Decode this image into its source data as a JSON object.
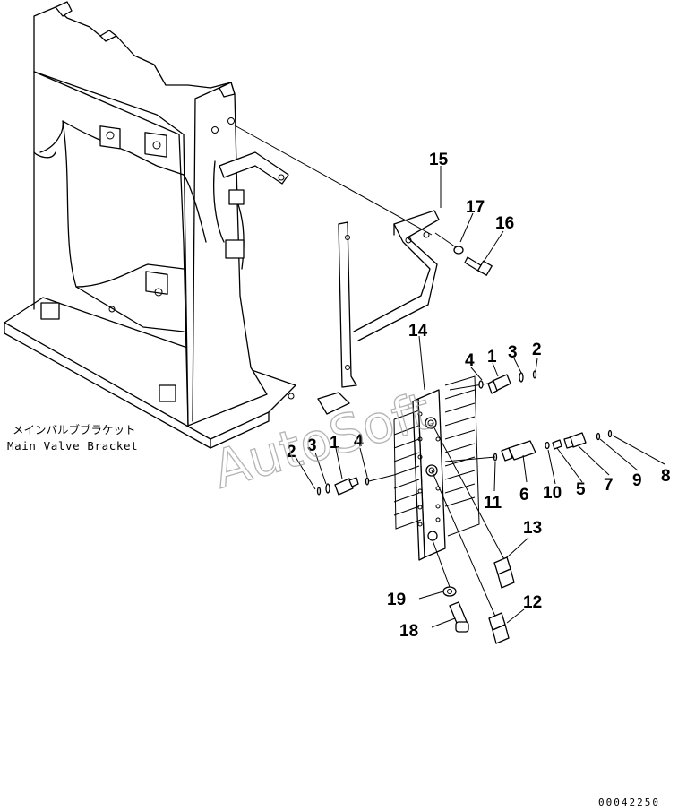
{
  "diagram": {
    "caption_jp": "メインバルブブラケット",
    "caption_en": "Main Valve Bracket",
    "doc_code": "00042250",
    "watermark": "AutoSoft",
    "labels": {
      "l15": "15",
      "l17": "17",
      "l16": "16",
      "l14": "14",
      "l4a": "4",
      "l1a": "1",
      "l3a": "3",
      "l2a": "2",
      "l2b": "2",
      "l3b": "3",
      "l1b": "1",
      "l4b": "4",
      "l6": "6",
      "l10": "10",
      "l5": "5",
      "l7": "7",
      "l9": "9",
      "l8": "8",
      "l11": "11",
      "l13": "13",
      "l12": "12",
      "l19": "19",
      "l18": "18"
    }
  }
}
